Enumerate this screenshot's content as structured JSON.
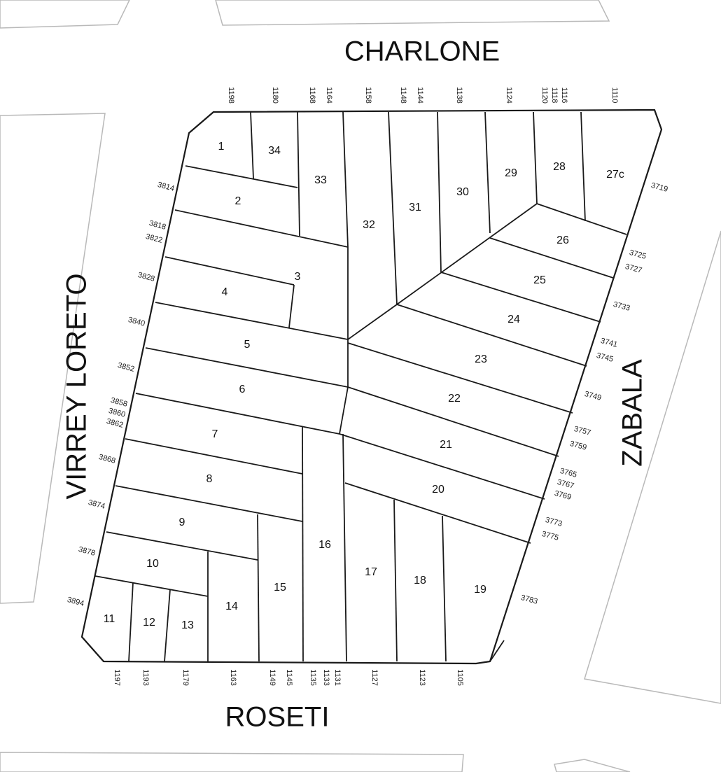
{
  "streets": {
    "north": "CHARLONE",
    "west": "VIRREY LORETO",
    "east": "ZABALA",
    "south": "ROSETI"
  },
  "lots": {
    "l1": "1",
    "l2": "2",
    "l3": "3",
    "l4": "4",
    "l5": "5",
    "l6": "6",
    "l7": "7",
    "l8": "8",
    "l9": "9",
    "l10": "10",
    "l11": "11",
    "l12": "12",
    "l13": "13",
    "l14": "14",
    "l15": "15",
    "l16": "16",
    "l17": "17",
    "l18": "18",
    "l19": "19",
    "l20": "20",
    "l21": "21",
    "l22": "22",
    "l23": "23",
    "l24": "24",
    "l25": "25",
    "l26": "26",
    "l27c": "27c",
    "l28": "28",
    "l29": "29",
    "l30": "30",
    "l31": "31",
    "l32": "32",
    "l33": "33",
    "l34": "34"
  },
  "addresses": {
    "charlone": [
      "1198",
      "1180",
      "1168",
      "1164",
      "1158",
      "1148",
      "1144",
      "1138",
      "1124",
      "1120",
      "1118",
      "1116",
      "1110"
    ],
    "roseti": [
      "1197",
      "1193",
      "1179",
      "1163",
      "1149",
      "1145",
      "1135",
      "1133",
      "1131",
      "1127",
      "1123",
      "1105"
    ],
    "virrey_loreto": [
      "3814",
      "3818",
      "3822",
      "3828",
      "3840",
      "3852",
      "3858",
      "3860",
      "3862",
      "3868",
      "3874",
      "3878",
      "3894"
    ],
    "zabala": [
      "3719",
      "3725",
      "3727",
      "3733",
      "3741",
      "3745",
      "3749",
      "3757",
      "3759",
      "3765",
      "3767",
      "3769",
      "3773",
      "3775",
      "3783"
    ]
  }
}
